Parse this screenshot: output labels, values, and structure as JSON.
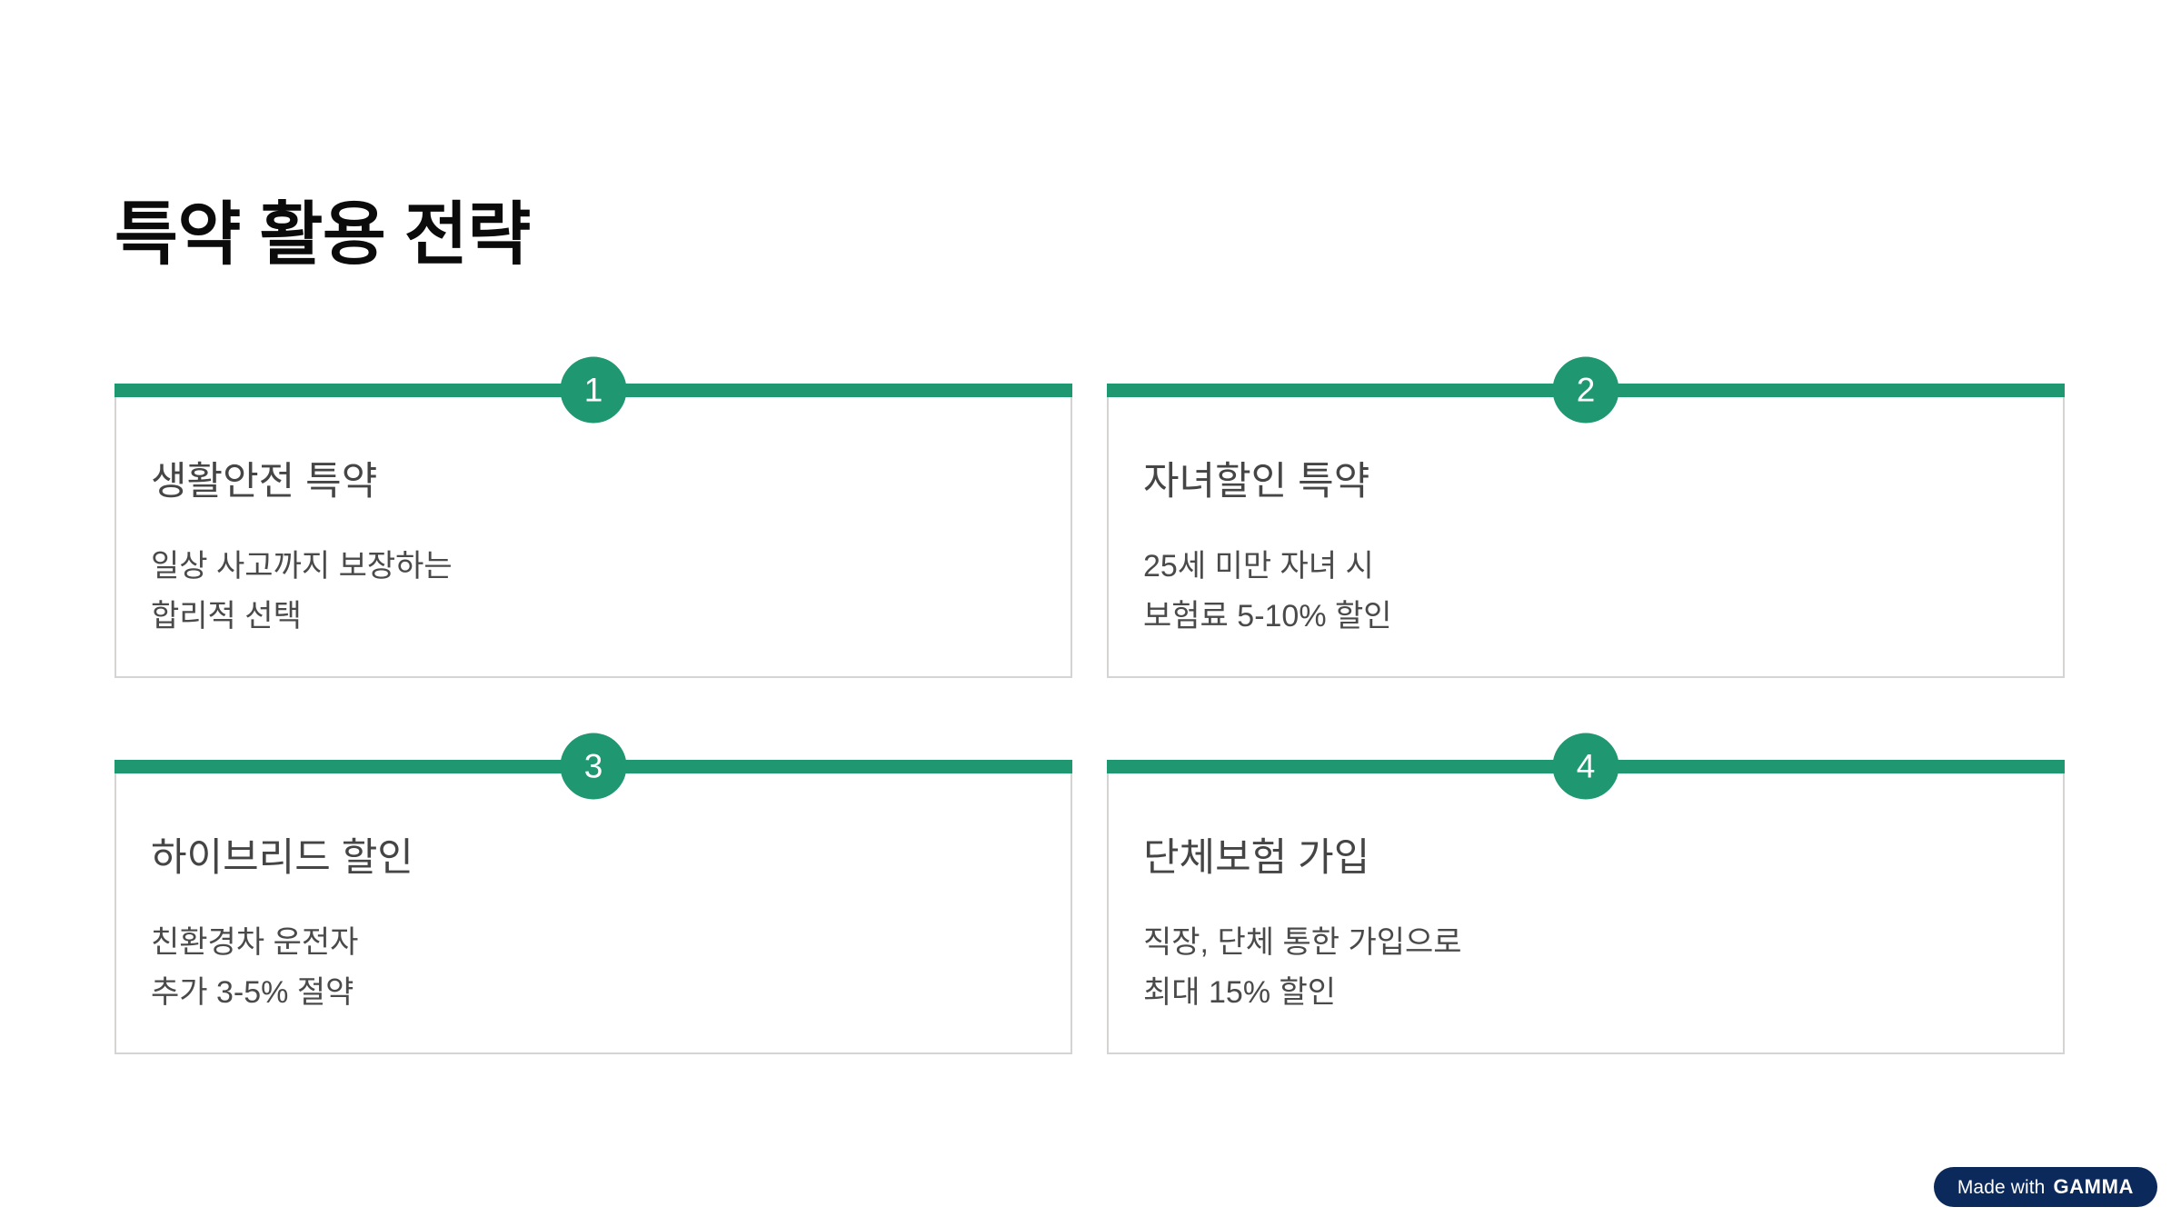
{
  "slide": {
    "title": "특약 활용 전략",
    "background_color": "#ffffff",
    "accent_color": "#1f9871",
    "title_color": "#0b0b0b",
    "card_border_color": "#d6d3d3",
    "card_title_color": "#454545",
    "card_body_color": "#4a4a4a"
  },
  "cards": [
    {
      "number": "1",
      "title": "생활안전 특약",
      "body_lines": [
        "일상 사고까지 보장하는",
        "합리적 선택"
      ]
    },
    {
      "number": "2",
      "title": "자녀할인 특약",
      "body_lines": [
        "25세 미만 자녀 시",
        "보험료 5-10% 할인"
      ]
    },
    {
      "number": "3",
      "title": "하이브리드 할인",
      "body_lines": [
        "친환경차 운전자",
        "추가 3-5% 절약"
      ]
    },
    {
      "number": "4",
      "title": "단체보험 가입",
      "body_lines": [
        "직장, 단체 통한 가입으로",
        "최대 15% 할인"
      ]
    }
  ],
  "gamma_badge": {
    "prefix": "Made with",
    "brand": "GAMMA",
    "background_color": "#0b2a5b",
    "text_color": "#ffffff"
  }
}
